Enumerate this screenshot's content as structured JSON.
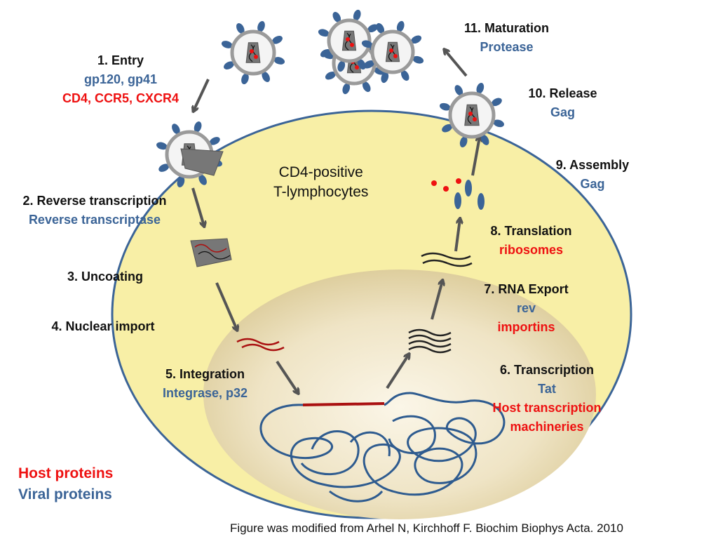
{
  "cell_label": [
    "CD4-positive",
    "T-lymphocytes"
  ],
  "steps": {
    "entry": {
      "title": "1. Entry",
      "viral": "gp120, gp41",
      "host": "CD4, CCR5, CXCR4"
    },
    "reverse_transcription": {
      "title": "2. Reverse transcription",
      "viral": "Reverse transcriptase"
    },
    "uncoating": {
      "title": "3. Uncoating"
    },
    "nuclear_import": {
      "title": "4. Nuclear import"
    },
    "integration": {
      "title": "5. Integration",
      "viral": "Integrase, p32"
    },
    "transcription": {
      "title": "6. Transcription",
      "viral": "Tat",
      "host_1": "Host transcription",
      "host_2": "machineries"
    },
    "rna_export": {
      "title": "7. RNA Export",
      "viral": "rev",
      "host": "importins"
    },
    "translation": {
      "title": "8. Translation",
      "host": "ribosomes"
    },
    "assembly": {
      "title": "9. Assembly",
      "viral": "Gag"
    },
    "release": {
      "title": "10. Release",
      "viral": "Gag"
    },
    "maturation": {
      "title": "11. Maturation",
      "viral": "Protease"
    }
  },
  "legend": {
    "host": "Host proteins",
    "viral": "Viral proteins"
  },
  "caption": "Figure was modified from Arhel N, Kirchhoff F. Biochim Biophys Acta. 2010",
  "colors": {
    "host": "#ee1111",
    "viral": "#3b6497",
    "cell": "#f8efa6",
    "nucleus": "#f2ead6",
    "virion_spike": "#3b6497",
    "arrow": "#555555",
    "dna": "#2e5b8f",
    "rna_viral": "#aa1111"
  }
}
